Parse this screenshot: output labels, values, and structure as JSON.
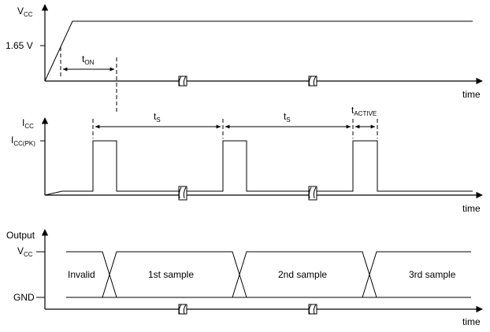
{
  "vcc_axis": {
    "label_main": "V",
    "label_sub": "CC",
    "level_label": "1.65 V",
    "time_label": "time",
    "ton_main": "t",
    "ton_sub": "ON"
  },
  "icc_axis": {
    "label_main": "I",
    "label_sub": "CC",
    "peak_main": "I",
    "peak_sub": "CC(PK)",
    "time_label": "time",
    "ts1_main": "t",
    "ts1_sub": "S",
    "ts2_main": "t",
    "ts2_sub": "S",
    "tactive_main": "t",
    "tactive_sub": "ACTIVE"
  },
  "output_axis": {
    "label": "Output",
    "vcc_main": "V",
    "vcc_sub": "CC",
    "gnd_label": "GND",
    "time_label": "time",
    "states": [
      "Invalid",
      "1st sample",
      "2nd sample",
      "3rd sample"
    ]
  }
}
